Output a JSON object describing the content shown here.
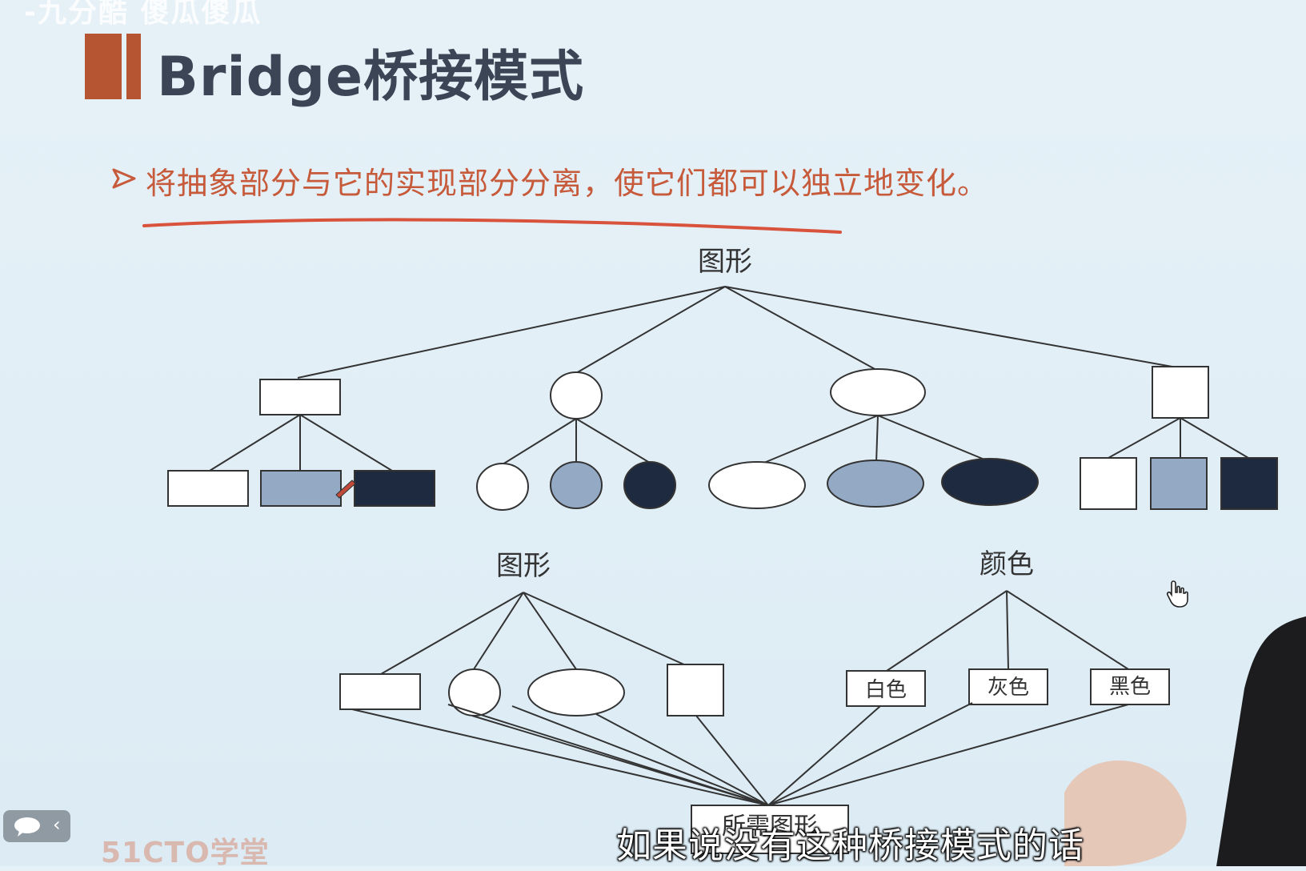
{
  "watermark": "-九分酷 傻瓜傻瓜",
  "slide": {
    "title": "Bridge桥接模式",
    "bullet": "将抽象部分与它的实现部分分离，使它们都可以独立地变化。"
  },
  "diagram_top": {
    "root_label": "图形"
  },
  "diagram_bottom": {
    "shape_root_label": "图形",
    "color_root_label": "颜色",
    "colors": [
      "白色",
      "灰色",
      "黑色"
    ],
    "result_label": "所需图形"
  },
  "colors": {
    "title_accent": "#b55532",
    "bullet_text": "#c65a3a",
    "underline": "#d9523b",
    "fill_white": "#ffffff",
    "fill_gray": "#93a9c4",
    "fill_black": "#1e2a40"
  },
  "overlay": {
    "logo": "51CTO学堂",
    "subtitle": "如果说没有这种桥接模式的话"
  }
}
